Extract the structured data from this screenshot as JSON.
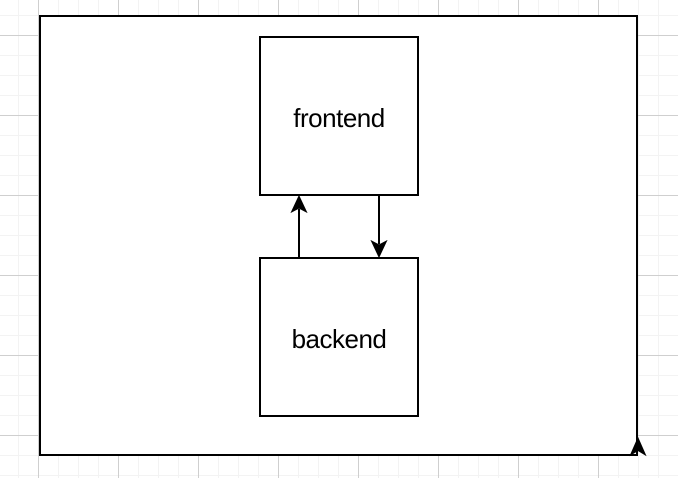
{
  "diagram": {
    "nodes": [
      {
        "id": "frontend",
        "label": "frontend"
      },
      {
        "id": "backend",
        "label": "backend"
      }
    ],
    "edges": [
      {
        "from": "backend",
        "to": "frontend",
        "direction": "up"
      },
      {
        "from": "frontend",
        "to": "backend",
        "direction": "down"
      }
    ],
    "container": {
      "shape": "rectangle",
      "arrowhead": "up-arrow-at-bottom-right-corner"
    },
    "colors": {
      "stroke": "#000000",
      "node_fill": "#ffffff",
      "background": "#ffffff",
      "grid_minor": "#f3f3f3",
      "grid_major": "#cfcfcf"
    }
  }
}
